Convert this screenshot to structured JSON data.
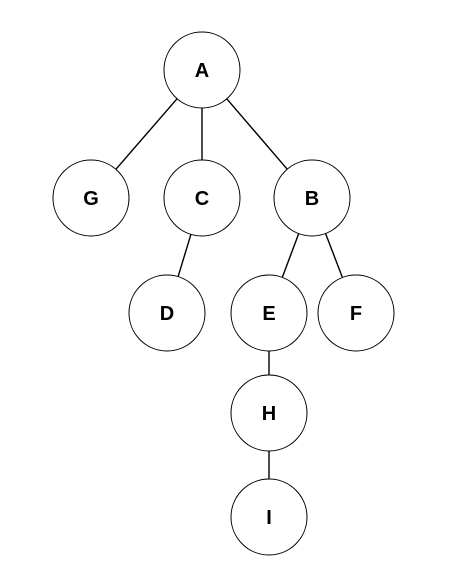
{
  "tree": {
    "nodes": [
      {
        "id": "A",
        "label": "A",
        "parent": null
      },
      {
        "id": "G",
        "label": "G",
        "parent": "A"
      },
      {
        "id": "C",
        "label": "C",
        "parent": "A"
      },
      {
        "id": "B",
        "label": "B",
        "parent": "A"
      },
      {
        "id": "D",
        "label": "D",
        "parent": "C"
      },
      {
        "id": "E",
        "label": "E",
        "parent": "B"
      },
      {
        "id": "F",
        "label": "F",
        "parent": "B"
      },
      {
        "id": "H",
        "label": "H",
        "parent": "E"
      },
      {
        "id": "I",
        "label": "I",
        "parent": "H"
      }
    ],
    "edges": [
      {
        "from": "A",
        "to": "G"
      },
      {
        "from": "A",
        "to": "C"
      },
      {
        "from": "A",
        "to": "B"
      },
      {
        "from": "C",
        "to": "D"
      },
      {
        "from": "B",
        "to": "E"
      },
      {
        "from": "B",
        "to": "F"
      },
      {
        "from": "E",
        "to": "H"
      },
      {
        "from": "H",
        "to": "I"
      }
    ]
  },
  "colors": {
    "line": "#000000",
    "node_fill": "#ffffff",
    "text": "#000000"
  }
}
